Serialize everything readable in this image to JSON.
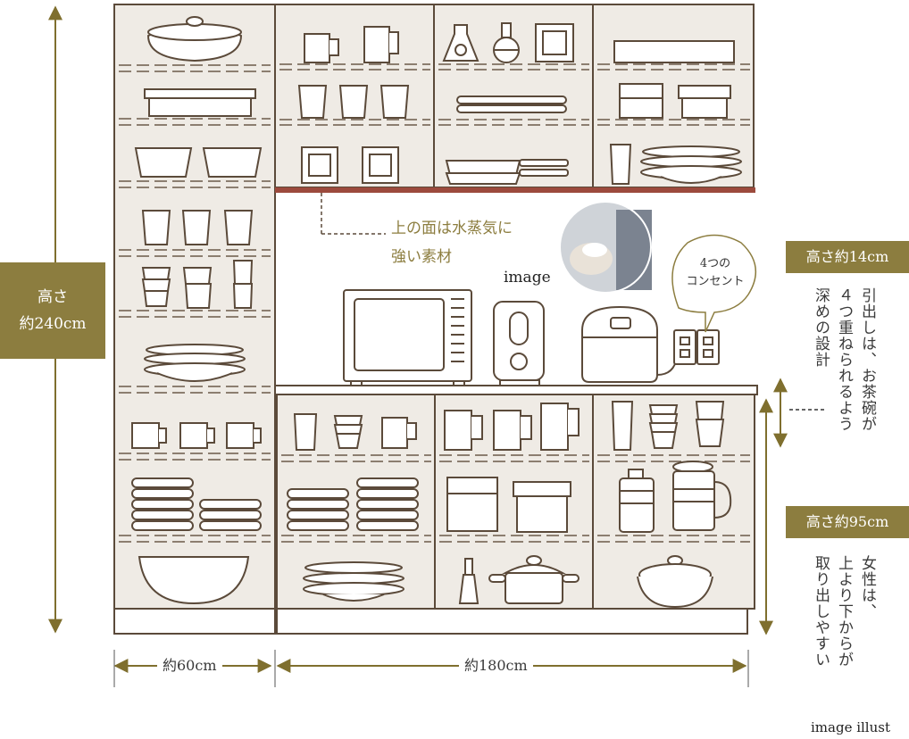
{
  "labels": {
    "height_total": "高さ\n約240cm",
    "height_counter": "高さ約95cm",
    "height_drawer": "高さ約14cm",
    "width_left": "約60cm",
    "width_right": "約180cm",
    "steam_note": "上の面は水蒸気に\n強い素材",
    "photo_caption": "image",
    "outlet_bubble": "4つの\nコンセント",
    "drawer_note": "引出しは、お茶碗が\n４つ重ねられるよう\n深めの設計",
    "counter_note": "女性は、\n上より下からが\n取り出しやすい",
    "footer": "image illust"
  },
  "colors": {
    "panel": "#efebe5",
    "line": "#5b4a3a",
    "accent": "#8c7d3f",
    "steam_strip": "#9c4a3d",
    "dim_line": "#7f6f2e"
  },
  "icons": [
    "covered-pot-icon",
    "baking-dish-icon",
    "bowl-icon",
    "glass-icon",
    "cup-stack-icon",
    "plate-stack-icon",
    "mug-icon",
    "tray-stack-icon",
    "mixing-bowl-icon",
    "beaker-icon",
    "flask-icon",
    "square-plate-icon",
    "long-tray-icon",
    "container-icon",
    "frying-pan-icon",
    "microwave-icon",
    "toaster-icon",
    "rice-cooker-icon",
    "power-outlet-icon",
    "pitcher-icon",
    "casserole-icon",
    "bottle-icon"
  ]
}
